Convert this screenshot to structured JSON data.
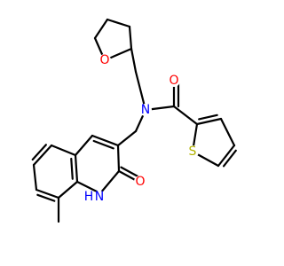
{
  "colors": {
    "bond": "#000000",
    "oxygen": "#ff0000",
    "nitrogen": "#0000ff",
    "sulfur": "#b2b200",
    "carbon": "#000000"
  },
  "atoms": {
    "o_thf": {
      "symbol": "O",
      "element": "oxygen"
    },
    "o_amide": {
      "symbol": "O",
      "element": "oxygen"
    },
    "n_amide": {
      "symbol": "N",
      "element": "nitrogen"
    },
    "s_thiophene": {
      "symbol": "S",
      "element": "sulfur"
    },
    "o_lactam": {
      "symbol": "O",
      "element": "oxygen"
    },
    "n_lactam": {
      "symbol": "N",
      "element": "nitrogen"
    },
    "h_lactam": {
      "symbol": "H",
      "element": "nitrogen"
    }
  }
}
